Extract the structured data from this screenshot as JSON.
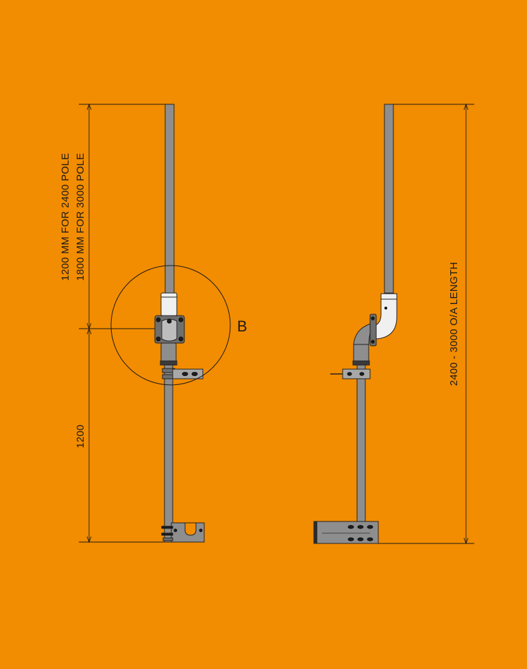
{
  "drawing": {
    "background_color": "#F28C00",
    "line_color": "#1a1a1a",
    "pole_color": "#8e8e8e",
    "fitting_color": "#f0f0f0"
  },
  "dimensions": {
    "upper_line1": "1200 MM FOR 2400 POLE",
    "upper_line2": "1800 MM FOR 3000 POLE",
    "lower": "1200",
    "overall": "2400 - 3000 O/A LENGTH"
  },
  "detail_label": "B"
}
